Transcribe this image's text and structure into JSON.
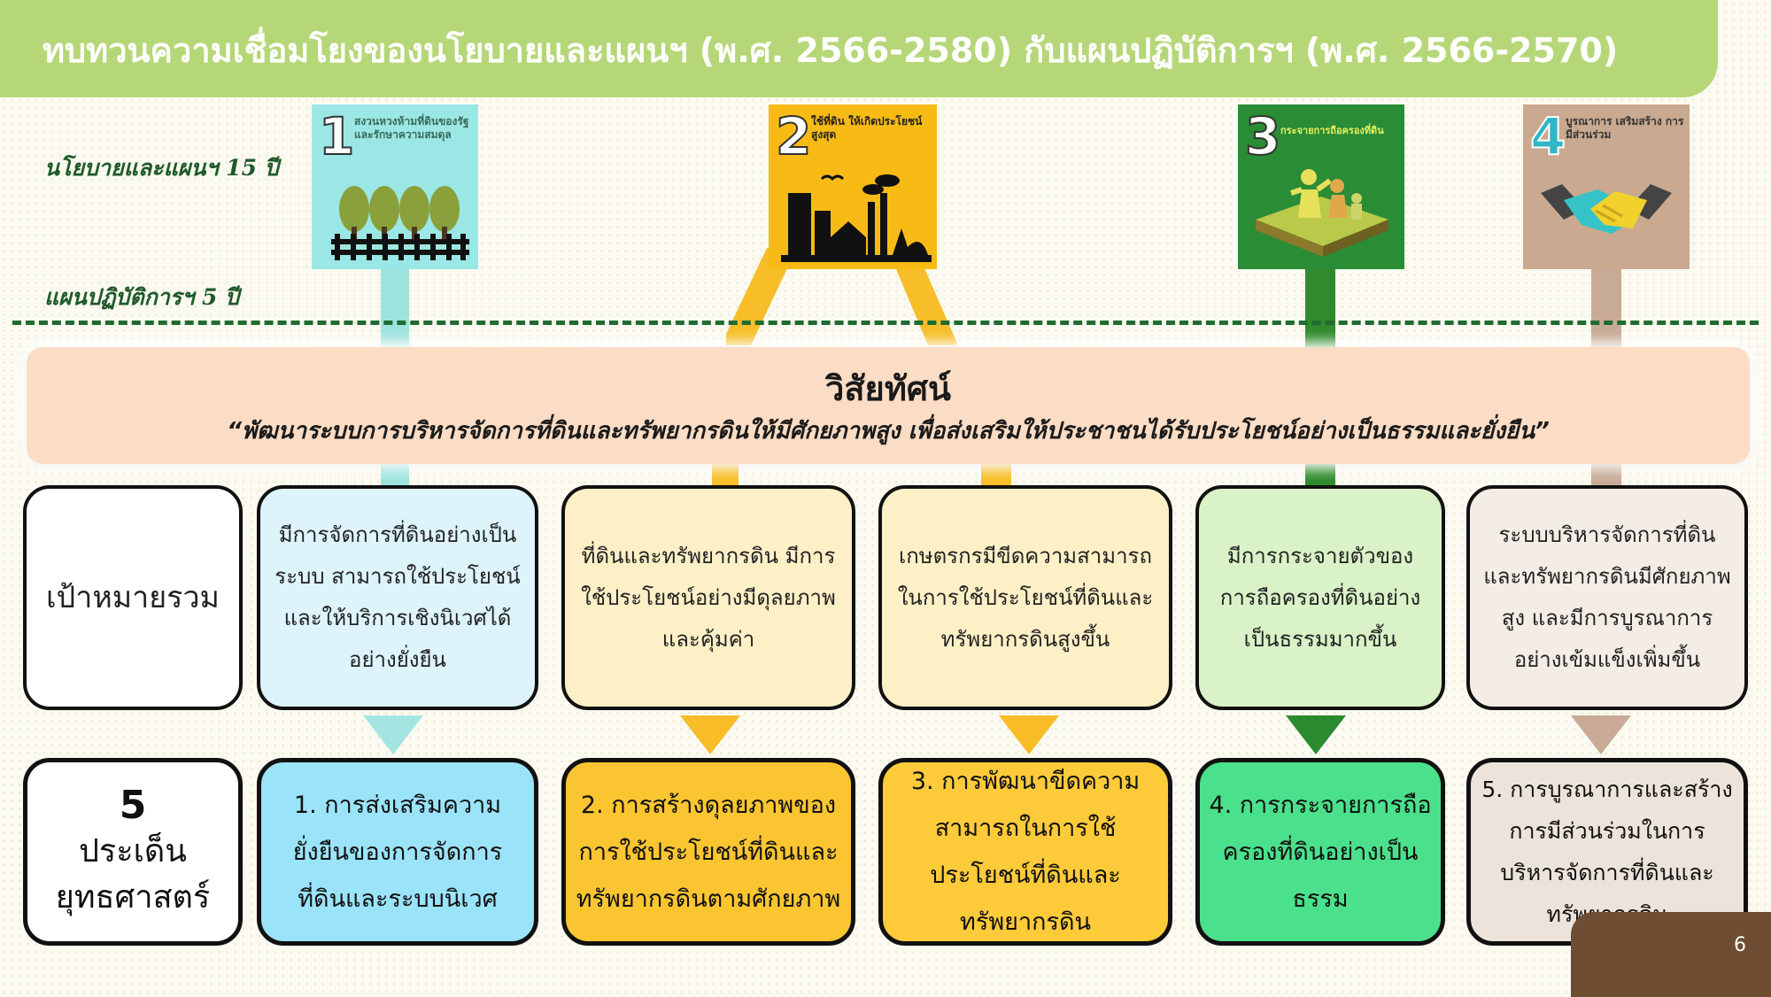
{
  "header": {
    "title": "ทบทวนความเชื่อมโยงของนโยบายและแผนฯ (พ.ศ. 2566-2580) กับแผนปฏิบัติการฯ (พ.ศ. 2566-2570)"
  },
  "row_labels": {
    "policy_15yr": "นโยบายและแผนฯ 15 ปี",
    "action_5yr": "แผนปฏิบัติการฯ 5 ปี"
  },
  "policy_icons": [
    {
      "number": "1",
      "caption": "สงวนหวงห้ามที่ดินของรัฐ และรักษาความสมดุล",
      "color": "#9be7e5",
      "stem": "#9ee3de"
    },
    {
      "number": "2",
      "caption": "ใช้ที่ดิน ให้เกิดประโยชน์สูงสุด",
      "color": "#f8bb16",
      "stem": "#f7be2a"
    },
    {
      "number": "3",
      "caption": "กระจายการถือครองที่ดิน",
      "color": "#2a8c35",
      "stem": "#2f8b2c"
    },
    {
      "number": "4",
      "caption": "บูรณาการ เสริมสร้าง การมีส่วนร่วม",
      "color": "#c9a98f",
      "stem": "#c8ab97"
    }
  ],
  "vision": {
    "title": "วิสัยทัศน์",
    "text": "“พัฒนาระบบการบริหารจัดการที่ดินและทรัพยากรดินให้มีศักยภาพสูง เพื่อส่งเสริมให้ประชาชนได้รับประโยชน์อย่างเป็นธรรมและยั่งยืน”"
  },
  "goals": {
    "label": "เป้าหมายรวม",
    "items": [
      {
        "text": "มีการจัดการที่ดินอย่างเป็นระบบ สามารถใช้ประโยชน์และให้บริการเชิงนิเวศได้อย่างยั่งยืน",
        "bg": "#ddf4fb"
      },
      {
        "text": "ที่ดินและทรัพยากรดิน มีการใช้ประโยชน์อย่างมีดุลยภาพและคุ้มค่า",
        "bg": "#fdf0c6"
      },
      {
        "text": "เกษตรกรมีขีดความสามารถในการใช้ประโยชน์ที่ดินและทรัพยากรดินสูงขึ้น",
        "bg": "#fdf0c6"
      },
      {
        "text": "มีการกระจายตัวของการถือครองที่ดินอย่างเป็นธรรมมากขึ้น",
        "bg": "#d9f2c7"
      },
      {
        "text": "ระบบบริหารจัดการที่ดินและทรัพยากรดินมีศักยภาพสูง และมีการบูรณาการอย่างเข้มแข็งเพิ่มขึ้น",
        "bg": "#f4ede6"
      }
    ]
  },
  "strategies": {
    "label_number": "5",
    "label_text": "ประเด็นยุทธศาสตร์",
    "items": [
      {
        "text": "1. การส่งเสริมความยั่งยืนของการจัดการที่ดินและระบบนิเวศ",
        "bg": "#9be3f8",
        "arrow": "#a4e5e2"
      },
      {
        "text": "2. การสร้างดุลยภาพของการใช้ประโยชน์ที่ดินและทรัพยากรดินตามศักยภาพ",
        "bg": "#fbc532",
        "arrow": "#f8bd26"
      },
      {
        "text": "3. การพัฒนาขีดความสามารถในการใช้ประโยชน์ที่ดินและทรัพยากรดิน",
        "bg": "#fdca3a",
        "arrow": "#f8bd26"
      },
      {
        "text": "4. การกระจายการถือครองที่ดินอย่างเป็นธรรม",
        "bg": "#4be08c",
        "arrow": "#2a8c2e"
      },
      {
        "text": "5. การบูรณาการและสร้างการมีส่วนร่วมในการบริหารจัดการที่ดินและทรัพยากรดิน",
        "bg": "#ece3da",
        "arrow": "#c9ab97"
      }
    ]
  },
  "page_number": "6"
}
